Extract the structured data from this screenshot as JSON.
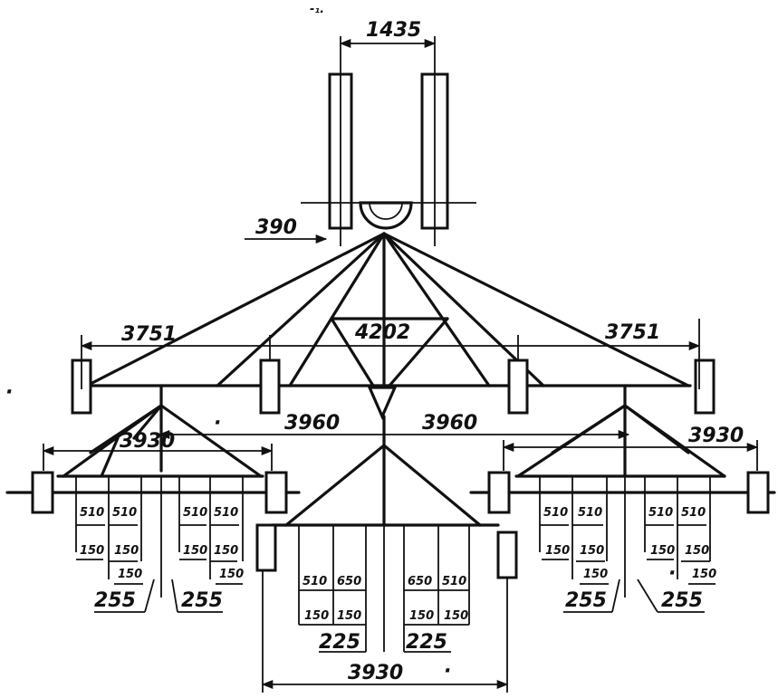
{
  "dimensions": {
    "gauge": "1435",
    "hitch_offset": "390",
    "outer_span_left": "3751",
    "center_span": "4202",
    "outer_span_right": "3751",
    "center_to_left": "3960",
    "center_to_right": "3960",
    "left_section_width": "3930",
    "right_section_width": "3930",
    "center_section_width": "3930",
    "left_spacings": [
      "510",
      "510",
      "510",
      "510"
    ],
    "left_offsets": [
      "150",
      "150",
      "150",
      "150",
      "150",
      "150"
    ],
    "left_groups": [
      "255",
      "255"
    ],
    "right_spacings": [
      "510",
      "510",
      "510",
      "510"
    ],
    "right_offsets": [
      "150",
      "150",
      "150",
      "150",
      "150",
      "150"
    ],
    "right_groups": [
      "255",
      "255"
    ],
    "center_spacings": [
      "510",
      "650",
      "650",
      "510"
    ],
    "center_offsets": [
      "150",
      "150",
      "150",
      "150"
    ],
    "center_groups": [
      "225",
      "225"
    ]
  }
}
